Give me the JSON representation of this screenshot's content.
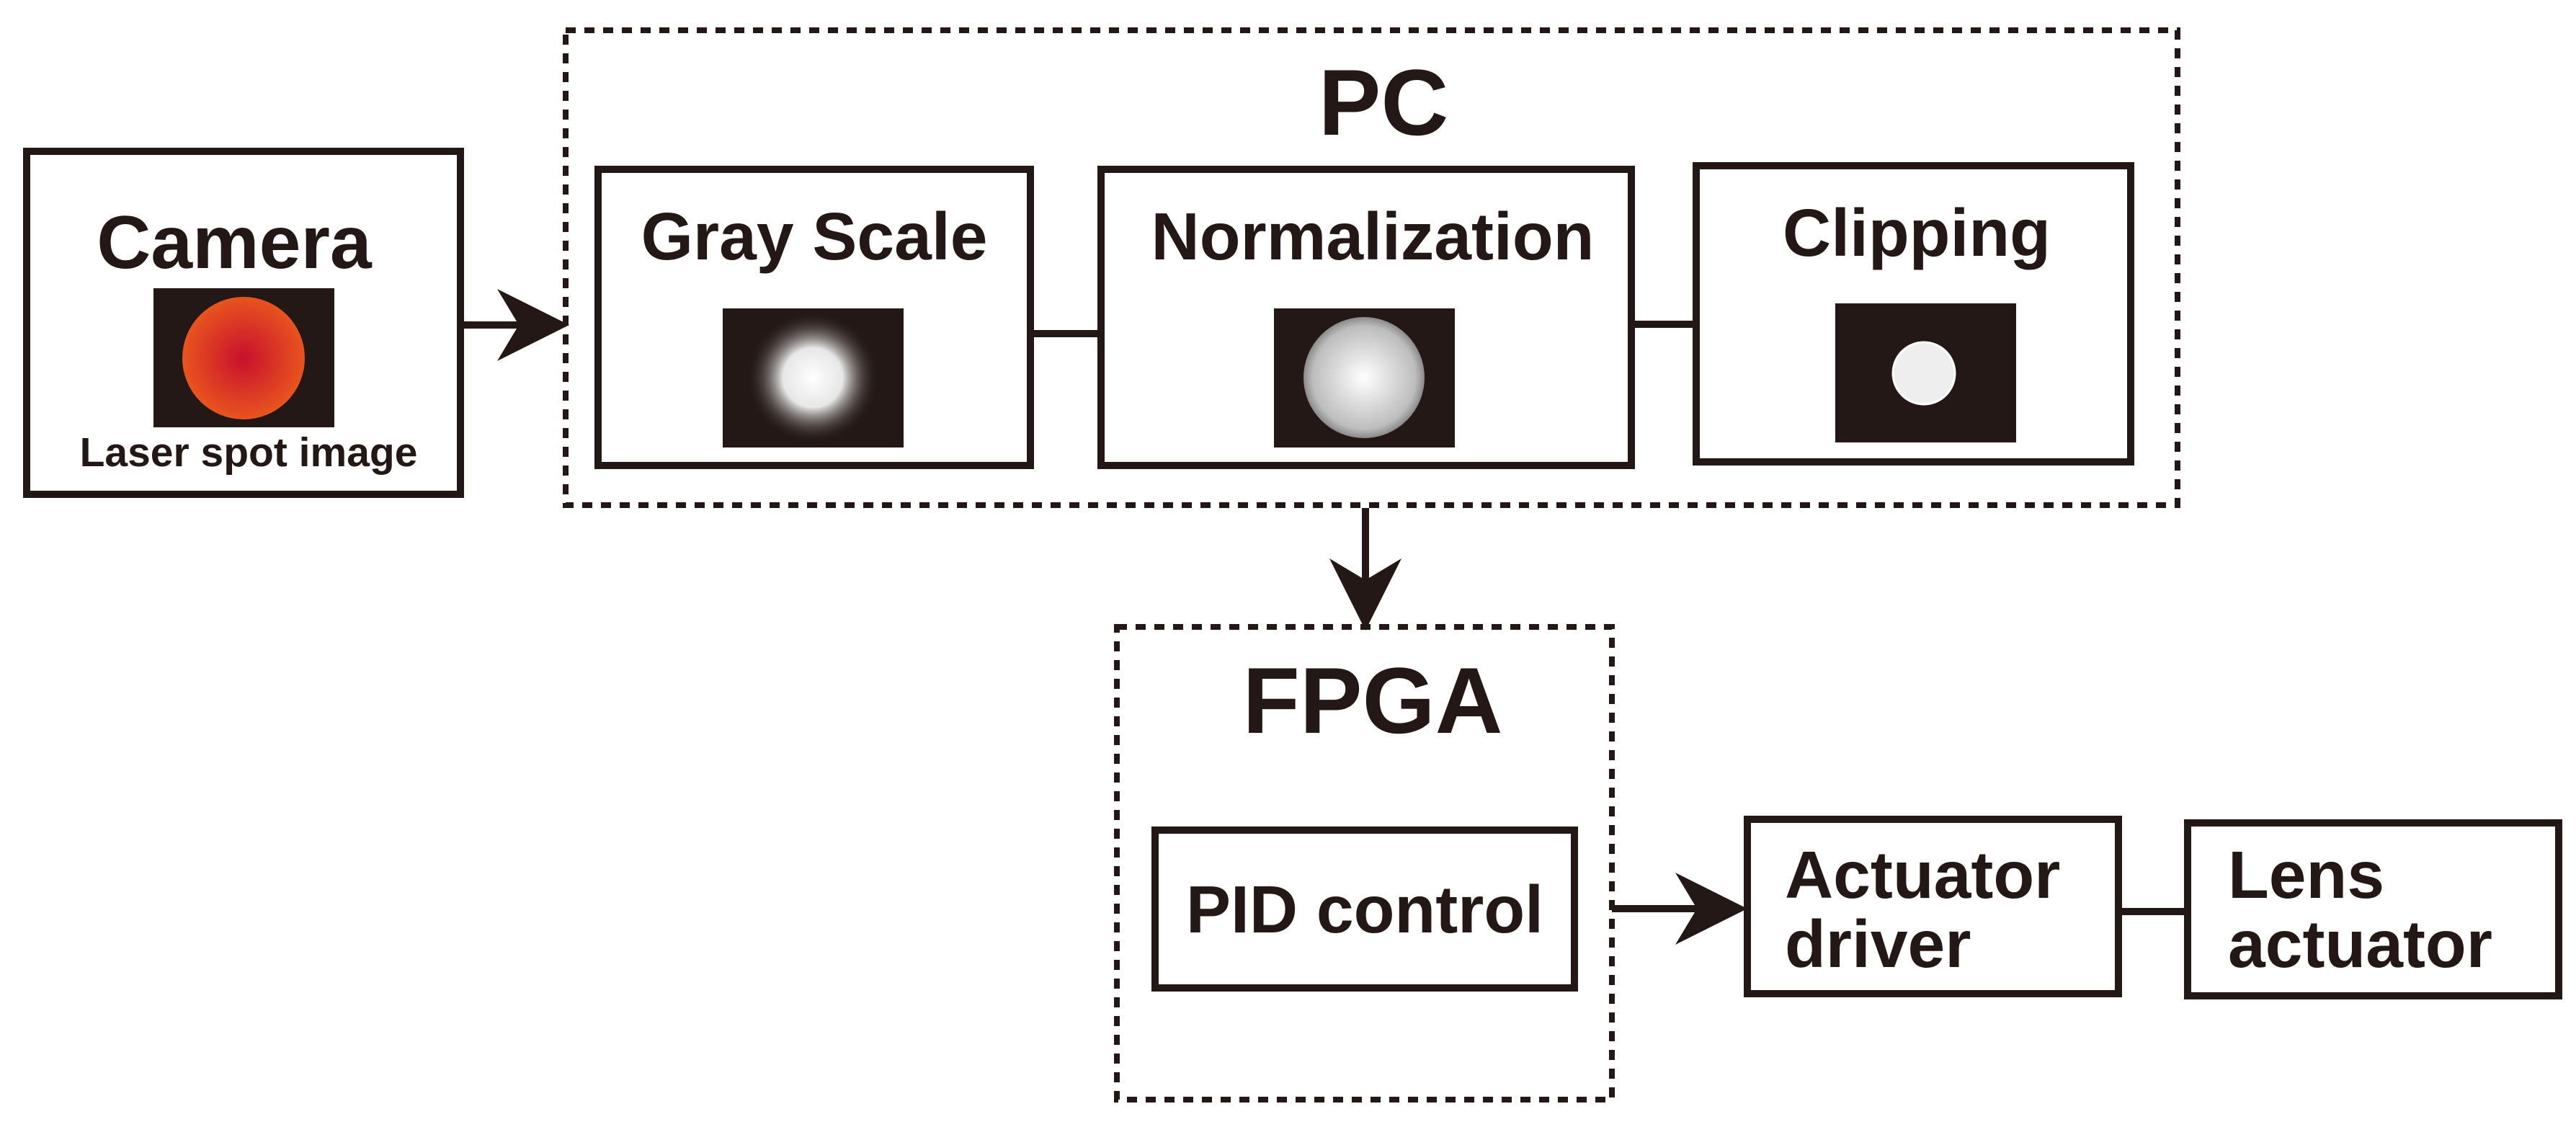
{
  "colors": {
    "ink": "#231815",
    "thumbnail_bg": "#231815",
    "laser_spot_center": "#c8102e",
    "laser_spot_edge": "#e8541e",
    "gray_spot": "#ffffff"
  },
  "camera": {
    "title": "Camera",
    "caption": "Laser spot image"
  },
  "pc": {
    "title": "PC",
    "stages": [
      {
        "label": "Gray Scale"
      },
      {
        "label": "Normalization"
      },
      {
        "label": "Clipping"
      }
    ]
  },
  "fpga": {
    "title": "FPGA",
    "block": "PID control"
  },
  "driver": {
    "line1": "Actuator",
    "line2": "driver"
  },
  "lens": {
    "line1": "Lens",
    "line2": "actuator"
  }
}
